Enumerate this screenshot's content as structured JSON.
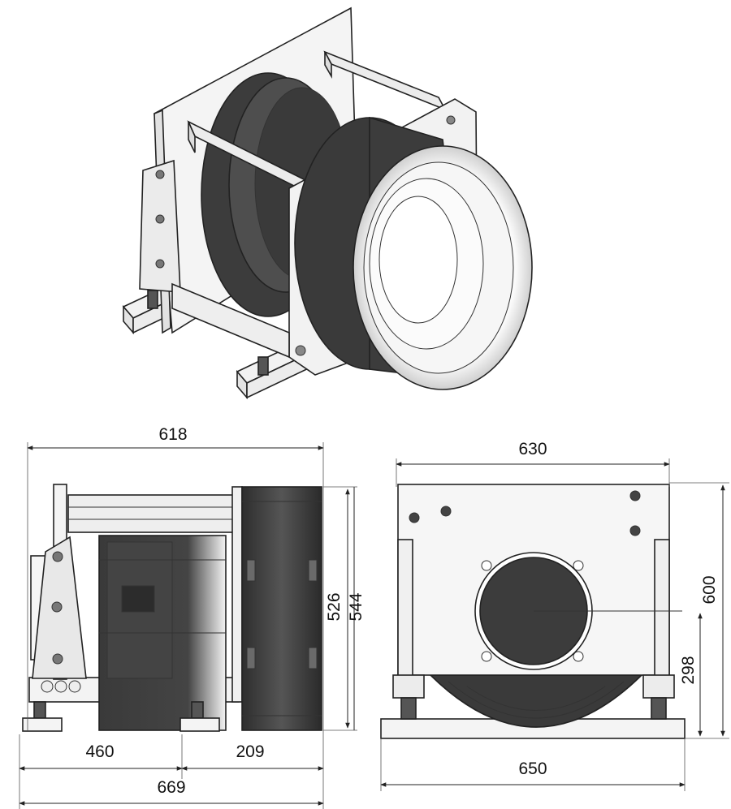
{
  "dimensions": {
    "side_view": {
      "overall_frame_length": "618",
      "overall_length": "669",
      "base_length": "460",
      "inlet_length": "209",
      "inlet_height_inner": "526",
      "inlet_height_outer": "544"
    },
    "front_view": {
      "plate_width": "630",
      "base_width": "650",
      "overall_height": "600",
      "center_height": "298"
    }
  },
  "colors": {
    "line": "#222222",
    "frame_fill": "#f2f2f2",
    "motor_dark": "#3a3a3a",
    "motor_mid": "#5a5a5a",
    "background": "#ffffff"
  }
}
